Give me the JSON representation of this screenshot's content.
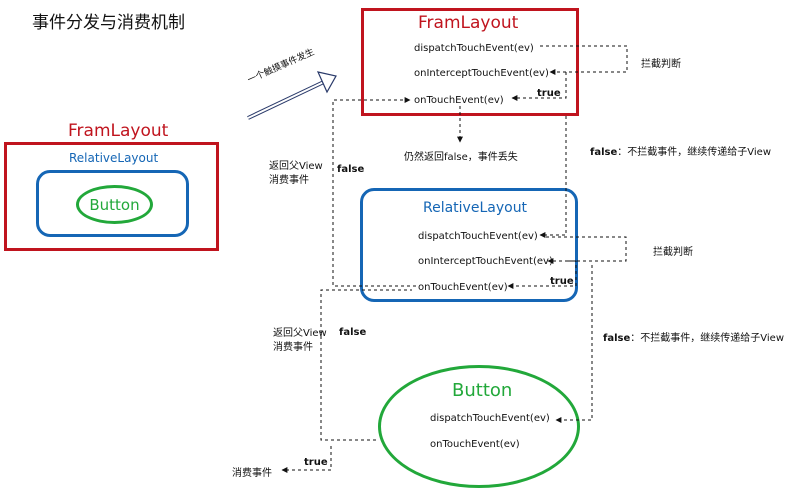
{
  "title": "事件分发与消费机制",
  "left_diagram": {
    "outer_label": "FramLayout",
    "middle_label": "RelativeLayout",
    "inner_label": "Button"
  },
  "top_box": {
    "label": "FramLayout",
    "methods": [
      "dispatchTouchEvent(ev)",
      "onInterceptTouchEvent(ev)",
      "onTouchEvent(ev)"
    ]
  },
  "middle_box": {
    "label": "RelativeLayout",
    "methods": [
      "dispatchTouchEvent(ev)",
      "onInterceptTouchEvent(ev)",
      "onTouchEvent(ev)"
    ]
  },
  "bottom_box": {
    "label": "Button",
    "methods": [
      "dispatchTouchEvent(ev)",
      "onTouchEvent(ev)"
    ]
  },
  "annotations": {
    "touch_event_happens": "一个触摸事件发生",
    "intercept_check_top": "拦截判断",
    "true_top": "true",
    "still_return_false": "仍然返回false，事件丢失",
    "false_no_intercept_top": "false",
    "no_intercept_top_text": "：不拦截事件，继续传递给子View",
    "return_parent_consume_1": "返回父View\n消费事件",
    "false_left_1": "false",
    "intercept_check_middle": "拦截判断",
    "true_middle": "true",
    "return_parent_consume_2": "返回父View\n消费事件",
    "false_left_2": "false",
    "false_no_intercept_mid": "false",
    "no_intercept_mid_text": "：不拦截事件，继续传递给子View",
    "true_bottom": "true",
    "consume_event": "消费事件"
  },
  "colors": {
    "red": "#c0141e",
    "blue": "#1566b5",
    "green": "#22a83a"
  }
}
